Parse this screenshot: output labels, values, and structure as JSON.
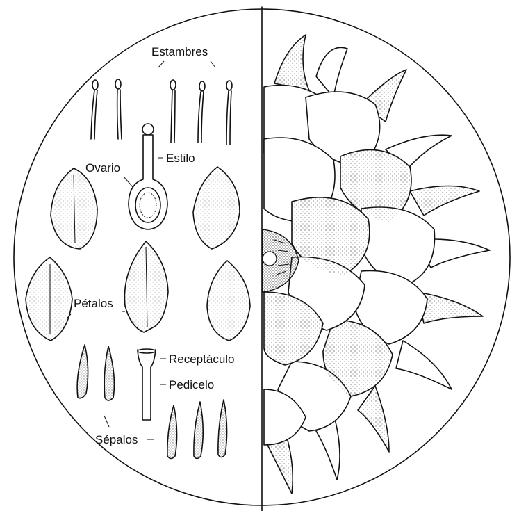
{
  "labels": {
    "estambres": "Estambres",
    "estilo": "Estilo",
    "ovario": "Ovario",
    "petalos": "Pétalos",
    "receptaculo": "Receptáculo",
    "pedicelo": "Pedicelo",
    "sepalos": "Sépalos"
  },
  "colors": {
    "ink": "#111111",
    "paper": "#ffffff"
  }
}
